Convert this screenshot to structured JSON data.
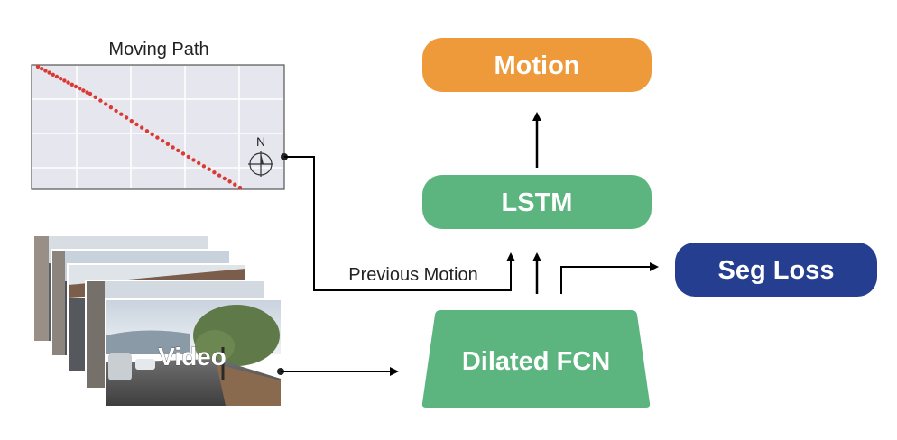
{
  "moving_path": {
    "title": "Moving Path",
    "compass_label": "N"
  },
  "video": {
    "label": "Video"
  },
  "boxes": {
    "motion": "Motion",
    "lstm": "LSTM",
    "seg_loss": "Seg Loss",
    "dilated_fcn": "Dilated FCN"
  },
  "edges": {
    "previous_motion": "Previous Motion"
  },
  "colors": {
    "motion": "#ef9a3a",
    "lstm": "#5cb57f",
    "fcn": "#5cb57f",
    "seg_loss": "#253e8f",
    "path_dots": "#d93a33",
    "map_bg": "#e6e7ee",
    "map_grid": "#ffffff"
  }
}
